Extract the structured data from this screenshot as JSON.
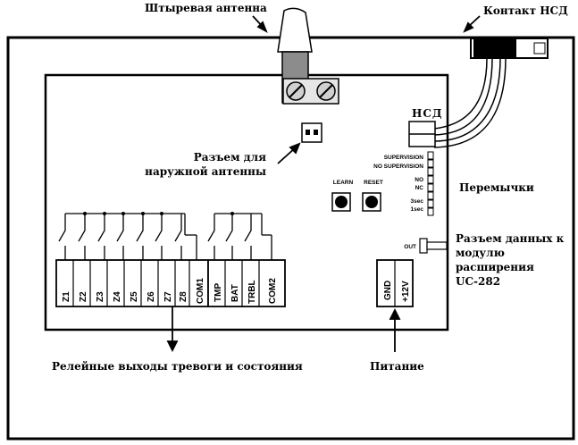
{
  "labels": {
    "antenna": "Штыревая антенна",
    "tamper_contact": "Контакт НСД",
    "tamper_pcb": "НСД",
    "external_antenna": [
      "Разъем для",
      "наружной антенны"
    ],
    "jumpers": "Перемычки",
    "expansion": [
      "Разъем данных к",
      "модулю",
      "расширения",
      "UC-282"
    ],
    "relay_outputs": "Релейные выходы тревоги и состояния",
    "power": "Питание"
  },
  "board": {
    "supervision": "SUPERVISION",
    "no_supervision": "NO SUPERVISION",
    "no": "NO",
    "nc": "NC",
    "t3sec": "3sec",
    "t1sec": "1sec",
    "learn": "LEARN",
    "reset": "RESET",
    "out": "OUT"
  },
  "terminals": {
    "zones": [
      "Z1",
      "Z2",
      "Z3",
      "Z4",
      "Z5",
      "Z6",
      "Z7",
      "Z8",
      "COM1"
    ],
    "status": [
      "TMP",
      "BAT",
      "TRBL",
      "COM2"
    ],
    "power": [
      "GND",
      "+12V"
    ]
  }
}
